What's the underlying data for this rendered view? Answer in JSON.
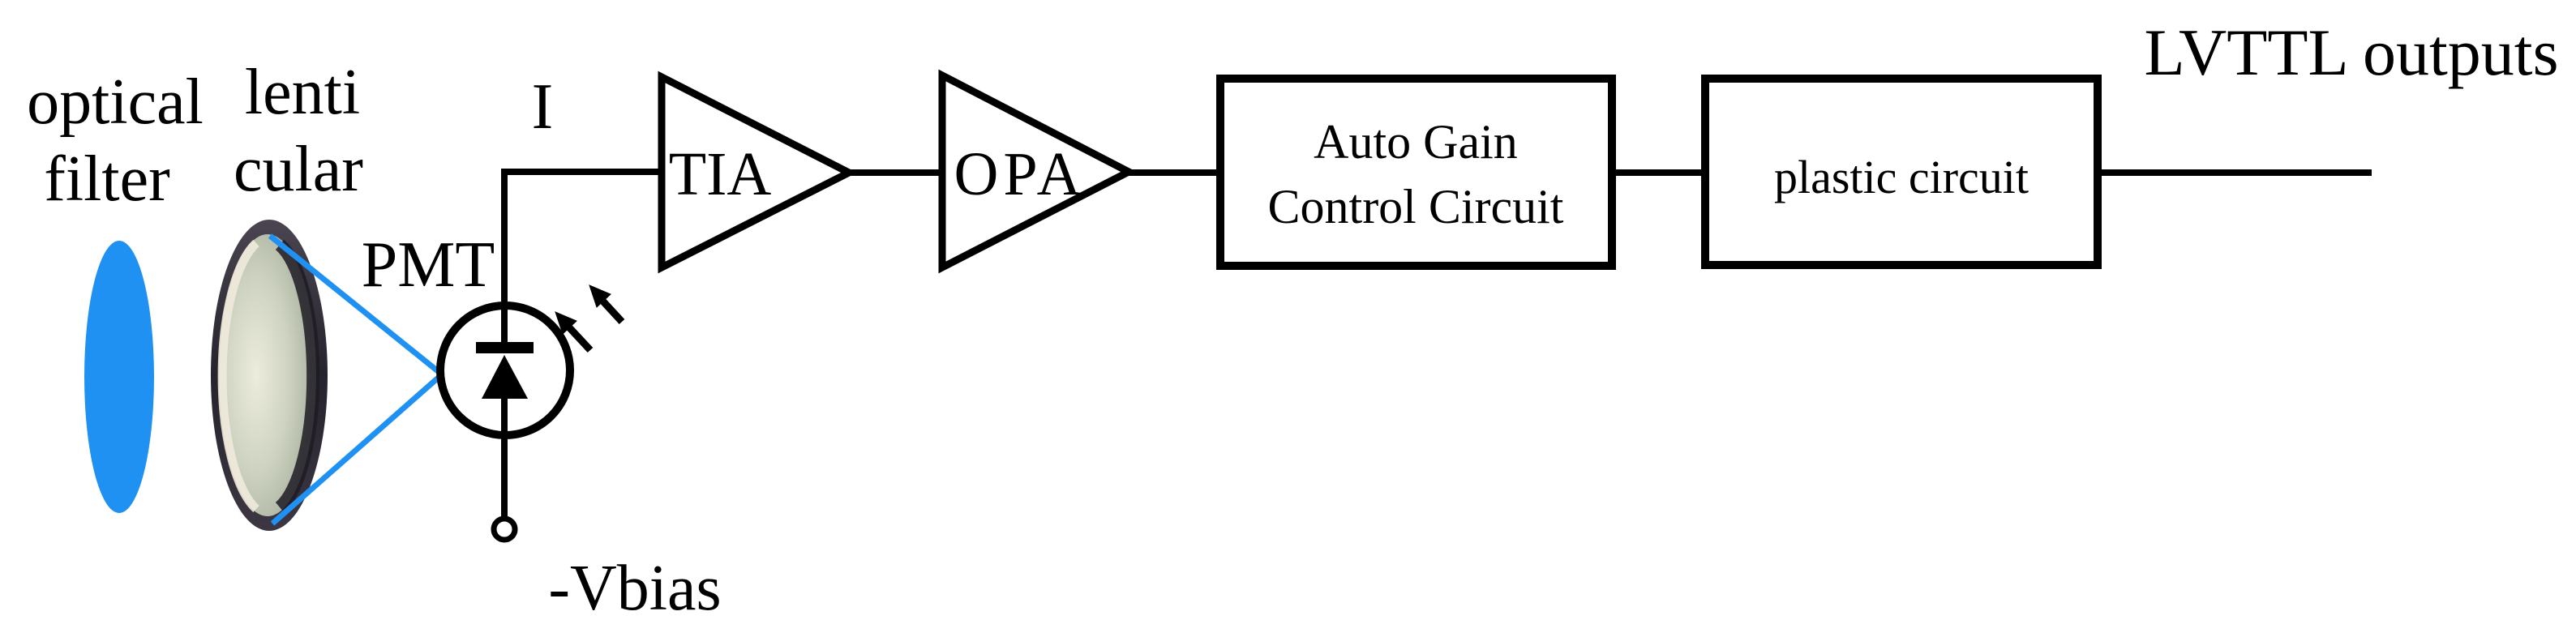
{
  "title": "PMT optical detection signal chain block diagram",
  "colors": {
    "accent_blue": "#1E91F3",
    "line_black": "#000000"
  },
  "labels": {
    "optical_filter_line1": "optical",
    "optical_filter_line2": "filter",
    "lens_line1": "lenti",
    "lens_line2": "cular",
    "pmt": "PMT",
    "current": "I",
    "bias": "-Vbias",
    "tia": "TIA",
    "opa": "OPA",
    "agc_line1": "Auto Gain",
    "agc_line2": "Control Circuit",
    "plastic": "plastic circuit",
    "outputs": "LVTTL outputs"
  },
  "icons": {
    "optical_filter": "blue-ellipse",
    "lens": "lens-photo-ellipse",
    "pmt_symbol": "photodiode-in-circle",
    "light": "incident-light-arrows",
    "bias_terminal": "open-circle-terminal"
  }
}
